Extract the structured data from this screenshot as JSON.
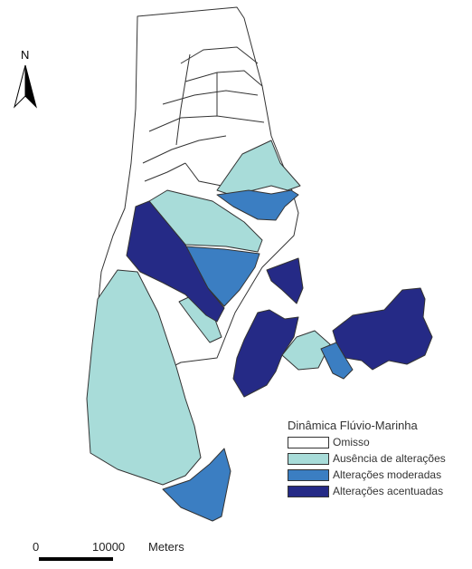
{
  "north_arrow": {
    "letter": "N",
    "icon": "north-arrow-icon"
  },
  "legend": {
    "title": "Dinâmica Flúvio-Marinha",
    "items": [
      {
        "label": "Omisso",
        "color": "#ffffff"
      },
      {
        "label": "Ausência de alterações",
        "color": "#a8dcd9"
      },
      {
        "label": "Alterações moderadas",
        "color": "#3b7ec2"
      },
      {
        "label": "Alterações acentuadas",
        "color": "#252a86"
      }
    ]
  },
  "scale_bar": {
    "zero": "0",
    "max": "10000",
    "unit": "Meters"
  }
}
